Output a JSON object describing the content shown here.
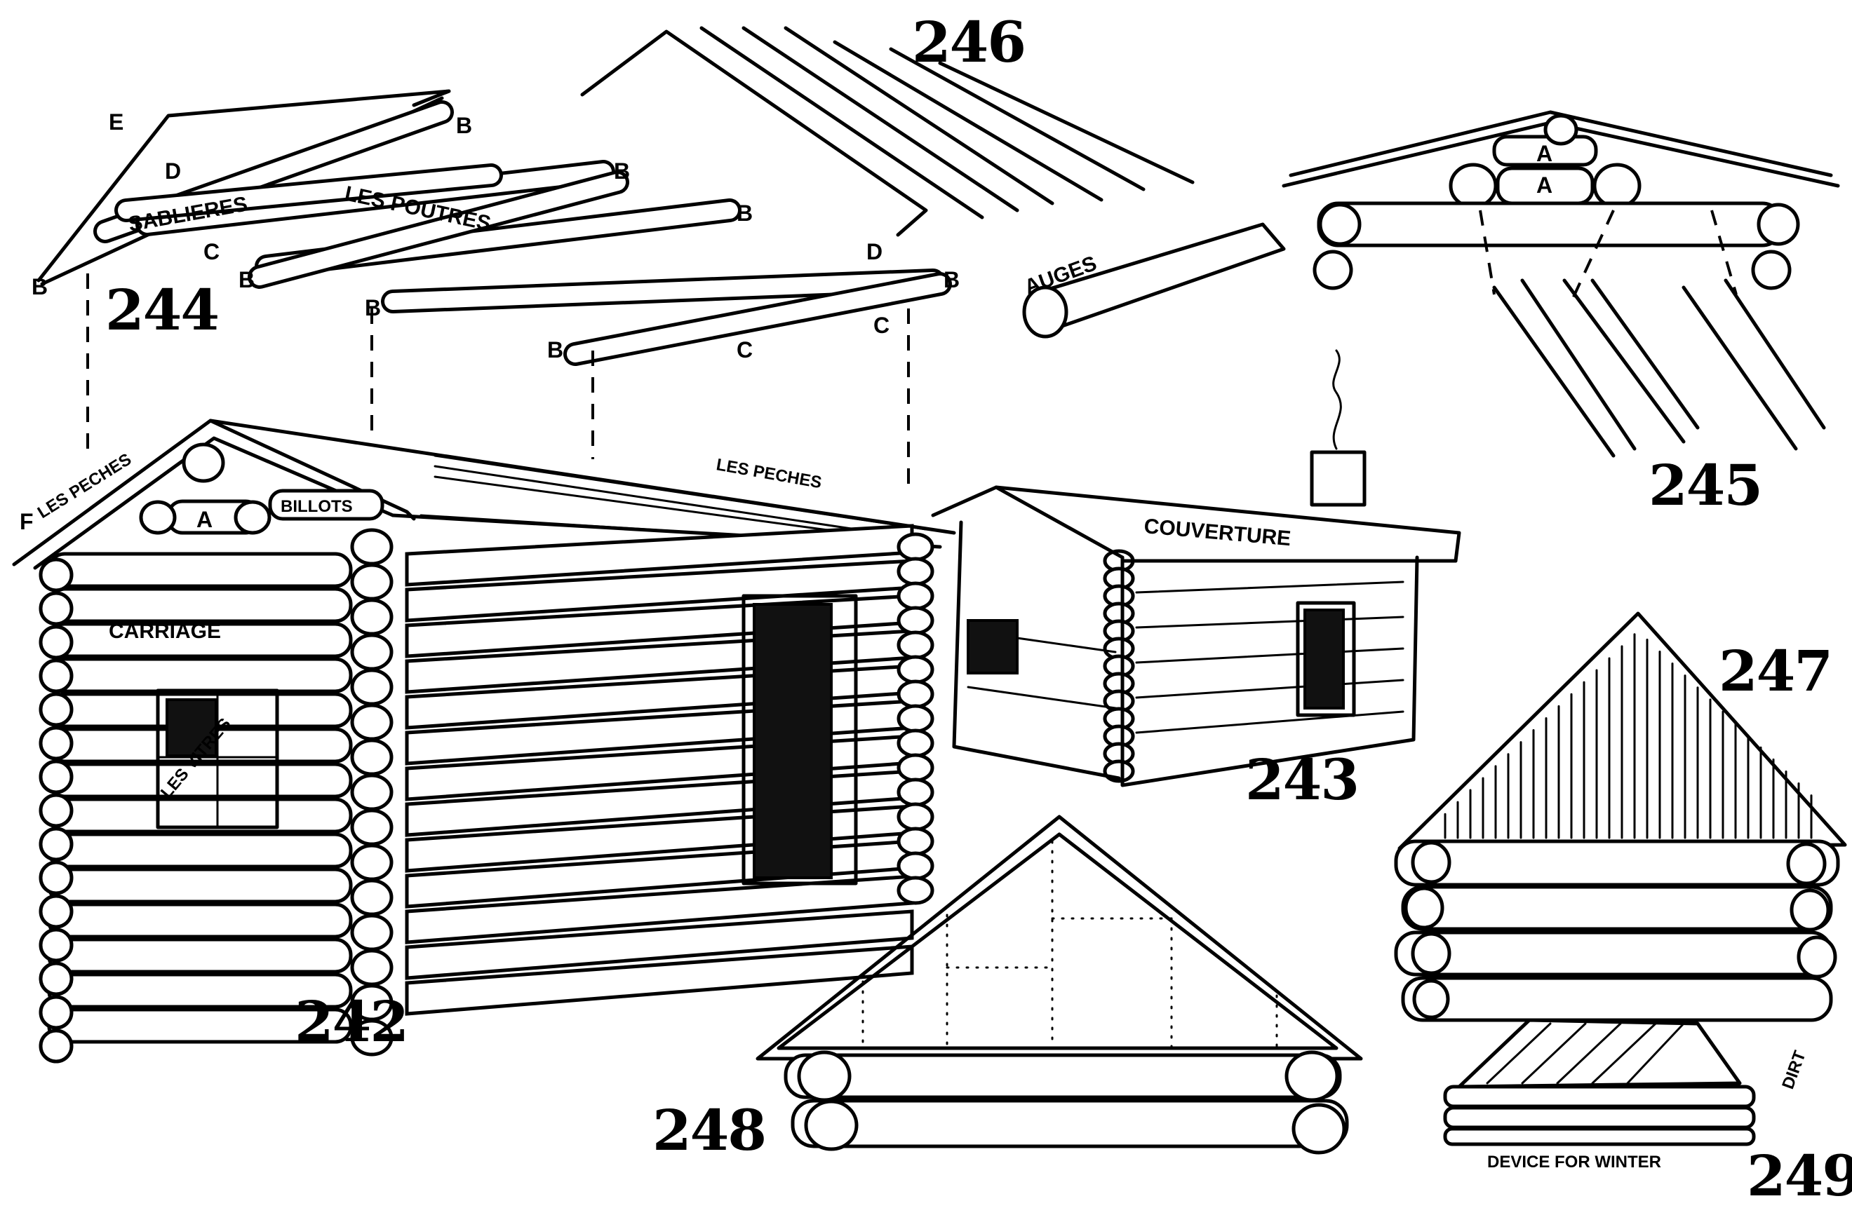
{
  "figures": {
    "f242": "242",
    "f243": "243",
    "f244": "244",
    "f245": "245",
    "f246": "246",
    "f247": "247",
    "f248": "248",
    "f249": "249"
  },
  "labels": {
    "carriage": "CARRIAGE",
    "billots": "BILLOTS",
    "les_peches_left": "LES PECHES",
    "les_peches_right": "LES PECHES",
    "les_vitres": "LES VITRES",
    "couverture": "COUVERTURE",
    "auges": "AUGES",
    "sablieres": "SABLIERES",
    "les_poutres": "LES POUTRES",
    "device_for_winter": "DEVICE FOR WINTER",
    "dirt": "DIRT",
    "letter_a": "A",
    "letter_b": "B",
    "letter_c": "C",
    "letter_d": "D",
    "letter_e": "E",
    "letter_f": "F"
  },
  "colors": {
    "ink": "#000000",
    "paper": "#ffffff"
  }
}
